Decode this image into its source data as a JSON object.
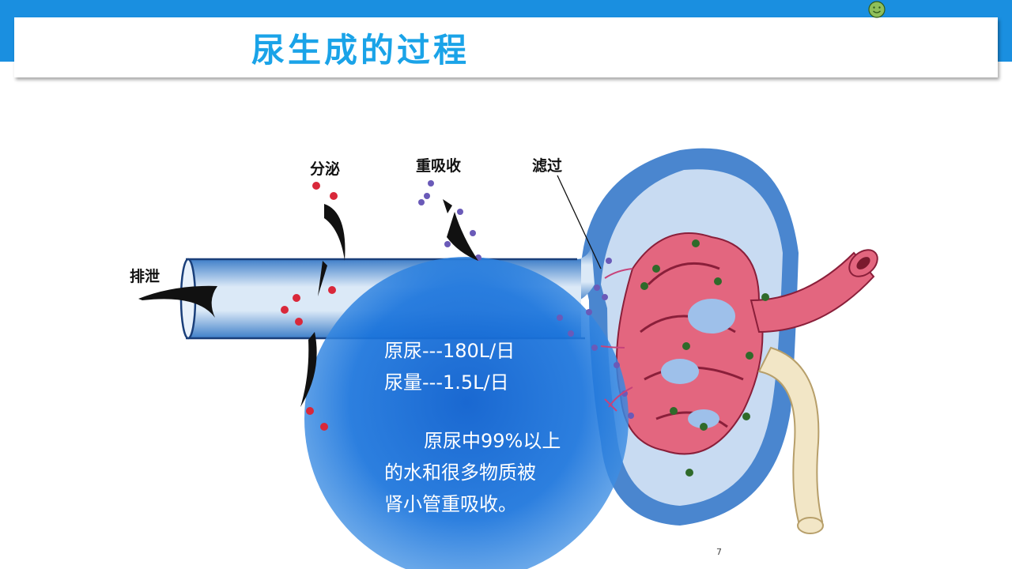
{
  "slide": {
    "title": "尿生成的过程",
    "page_number": "7"
  },
  "diagram": {
    "labels": {
      "secretion": "分泌",
      "reabsorption": "重吸收",
      "filtration": "滤过",
      "excretion": "排泄"
    }
  },
  "callout": {
    "line1": "原尿---180L/日",
    "line2": "尿量---1.5L/日",
    "paragraph_line1": "原尿中99%以上",
    "paragraph_line2": "的水和很多物质被",
    "paragraph_line3": "肾小管重吸收。"
  },
  "colors": {
    "header_band": "#1a8fe0",
    "title_text": "#1aa3e8",
    "tubule": "#5a8fd0",
    "capillary": "#e05a78",
    "overlay_circle": "#1a6fd8"
  },
  "icons": {
    "corner": "smiley-icon"
  }
}
